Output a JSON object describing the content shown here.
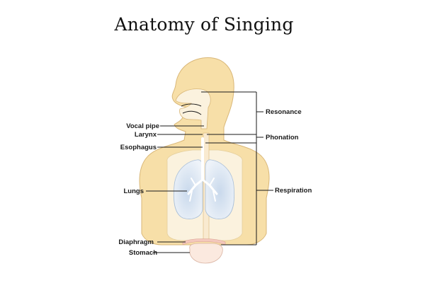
{
  "title": "Anatomy of Singing",
  "labels": {
    "vocal_pipe": "Vocal pipe",
    "larynx": "Larynx",
    "esophagus": "Esophagus",
    "lungs": "Lungs",
    "diaphragm": "Diaphragm",
    "stomach": "Stomach"
  },
  "regions": {
    "resonance": "Resonance",
    "phonation": "Phonation",
    "respiration": "Respiration"
  },
  "colors": {
    "skin": "#f7dfa8",
    "skin_outline": "#d9b778",
    "lungs": "#dde8f3",
    "bronchi": "#f4f8fc",
    "cavity": "#fbf2de",
    "lines": "#1a1a1a"
  }
}
